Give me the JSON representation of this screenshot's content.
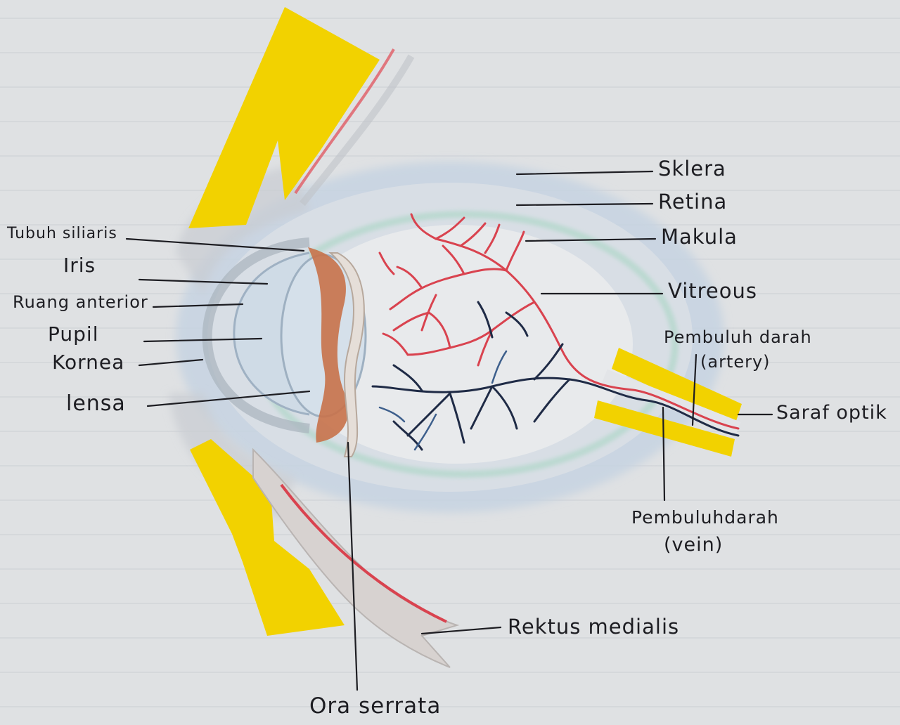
{
  "labels": {
    "sklera": "Sklera",
    "retina": "Retina",
    "makula": "Makula",
    "vitreous": "Vitreous",
    "pembuluh_artery_1": "Pembuluh darah",
    "pembuluh_artery_2": "(artery)",
    "saraf_optik": "Saraf optik",
    "pembuluh_vein_1": "Pembuluhdarah",
    "pembuluh_vein_2": "(vein)",
    "rektus_medialis": "Rektus medialis",
    "ora_serrata": "Ora serrata",
    "tubuh_siliaris": "Tubuh siliaris",
    "iris": "Iris",
    "ruang_anterior": "Ruang anterior",
    "pupil": "Pupil",
    "kornea": "Kornea",
    "lensa": "lensa"
  },
  "colors": {
    "paper": "#dfe1e3",
    "bone": "#f2d200",
    "muscle": "#d7d2d0",
    "artery": "#d9434f",
    "vein": "#1f2b46",
    "vein_blue": "#3d5f8c",
    "ciliary": "#c8724a",
    "sclera_shade": "#b9c9d9",
    "retina_green": "#a9d6c4",
    "ink": "#1d1d22"
  }
}
